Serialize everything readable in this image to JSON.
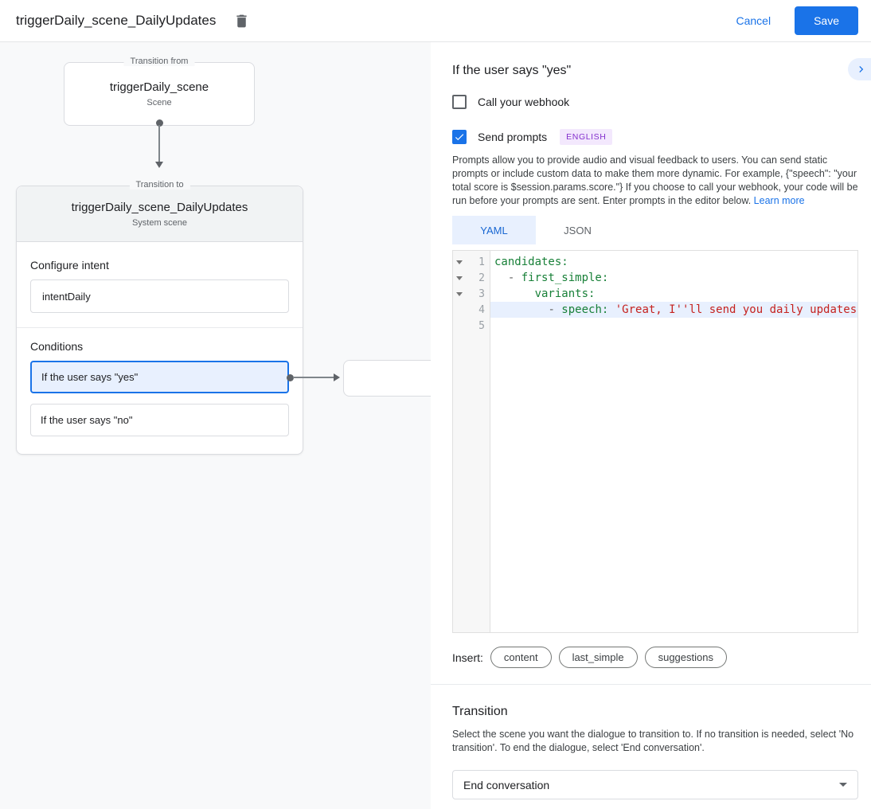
{
  "header": {
    "title": "triggerDaily_scene_DailyUpdates",
    "cancel_label": "Cancel",
    "save_label": "Save"
  },
  "colors": {
    "accent_blue": "#1a73e8",
    "selection_blue": "#e8f0fe",
    "tab_active_text": "#1967d2",
    "badge_purple_bg": "#f3e8fd",
    "badge_purple_text": "#8430ce",
    "code_key_green": "#188038",
    "code_string_red": "#c5221f",
    "connector_gray": "#80868b"
  },
  "canvas": {
    "from_node": {
      "frame_label": "Transition from",
      "title": "triggerDaily_scene",
      "subtitle": "Scene"
    },
    "to_node": {
      "frame_label": "Transition to",
      "title": "triggerDaily_scene_DailyUpdates",
      "subtitle": "System scene",
      "intent_section_label": "Configure intent",
      "intent_value": "intentDaily",
      "conditions_label": "Conditions",
      "conditions": [
        {
          "label": "If the user says \"yes\"",
          "selected": true
        },
        {
          "label": "If the user says \"no\"",
          "selected": false
        }
      ]
    }
  },
  "detail": {
    "title": "If the user says \"yes\"",
    "webhook": {
      "label": "Call your webhook",
      "checked": false
    },
    "prompts": {
      "label": "Send prompts",
      "checked": true,
      "badge": "ENGLISH"
    },
    "description": "Prompts allow you to provide audio and visual feedback to users. You can send static prompts or include custom data to make them more dynamic. For example, {\"speech\": \"your total score is $session.params.score.\"} If you choose to call your webhook, your code will be run before your prompts are sent. Enter prompts in the editor below. ",
    "learn_more": "Learn more",
    "tabs": [
      {
        "label": "YAML",
        "active": true
      },
      {
        "label": "JSON",
        "active": false
      }
    ],
    "editor": {
      "lines": [
        {
          "number": "1",
          "fold": true,
          "active": false,
          "segments": [
            {
              "text": "candidates",
              "style": "key"
            },
            {
              "text": ":",
              "style": "key"
            }
          ]
        },
        {
          "number": "2",
          "fold": true,
          "active": false,
          "segments": [
            {
              "text": "  ",
              "style": "plain"
            },
            {
              "text": "- ",
              "style": "dash"
            },
            {
              "text": "first_simple",
              "style": "key"
            },
            {
              "text": ":",
              "style": "key"
            }
          ]
        },
        {
          "number": "3",
          "fold": true,
          "active": false,
          "segments": [
            {
              "text": "      ",
              "style": "plain"
            },
            {
              "text": "variants",
              "style": "key"
            },
            {
              "text": ":",
              "style": "key"
            }
          ]
        },
        {
          "number": "4",
          "fold": false,
          "active": true,
          "segments": [
            {
              "text": "        ",
              "style": "plain"
            },
            {
              "text": "- ",
              "style": "dash"
            },
            {
              "text": "speech",
              "style": "key"
            },
            {
              "text": ": ",
              "style": "key"
            },
            {
              "text": "'Great, I''ll send you daily updates.",
              "style": "string"
            }
          ]
        },
        {
          "number": "5",
          "fold": false,
          "active": false,
          "segments": []
        }
      ]
    },
    "insert": {
      "label": "Insert:",
      "chips": [
        "content",
        "last_simple",
        "suggestions"
      ]
    },
    "transition": {
      "title": "Transition",
      "description": "Select the scene you want the dialogue to transition to. If no transition is needed, select 'No transition'. To end the dialogue, select 'End conversation'.",
      "selected_value": "End conversation"
    }
  }
}
